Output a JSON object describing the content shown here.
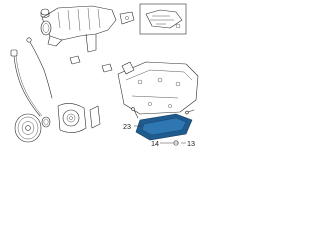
{
  "callouts": {
    "c23": "23",
    "c14": "14",
    "c13": "13"
  },
  "colors": {
    "highlight": "#1f5b8f",
    "line": "#2b2b2b",
    "background": "#ffffff"
  }
}
